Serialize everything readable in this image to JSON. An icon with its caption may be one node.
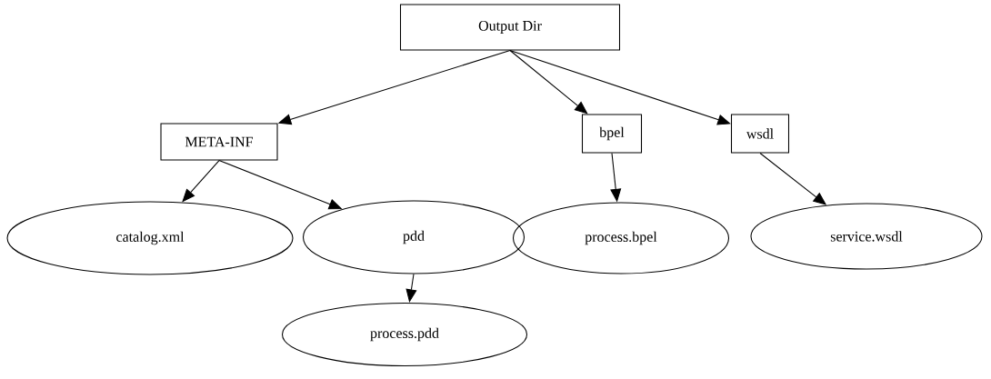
{
  "diagram": {
    "nodes": [
      {
        "text": [
          "Output Dir"
        ]
      },
      {
        "text": [
          "META-INF"
        ]
      },
      {
        "text": [
          "bpel"
        ]
      },
      {
        "text": [
          "wsdl"
        ]
      },
      {
        "text": [
          "catalog.xml"
        ]
      },
      {
        "text": [
          "pdd"
        ]
      },
      {
        "text": [
          "process.bpel"
        ]
      },
      {
        "text": [
          "service.wsdl"
        ]
      },
      {
        "text": [
          "process.pdd"
        ]
      }
    ],
    "edges": [
      {
        "from": 0,
        "to": 1,
        "arrow": "to"
      },
      {
        "from": 0,
        "to": 2,
        "arrow": "to"
      },
      {
        "from": 0,
        "to": 3,
        "arrow": "to"
      },
      {
        "from": 1,
        "to": 4,
        "arrow": "to"
      },
      {
        "from": 1,
        "to": 5,
        "arrow": "to"
      },
      {
        "from": 5,
        "to": 8,
        "arrow": "to"
      },
      {
        "from": 2,
        "to": 6,
        "arrow": "to"
      },
      {
        "from": 3,
        "to": 7,
        "arrow": "to"
      }
    ]
  }
}
